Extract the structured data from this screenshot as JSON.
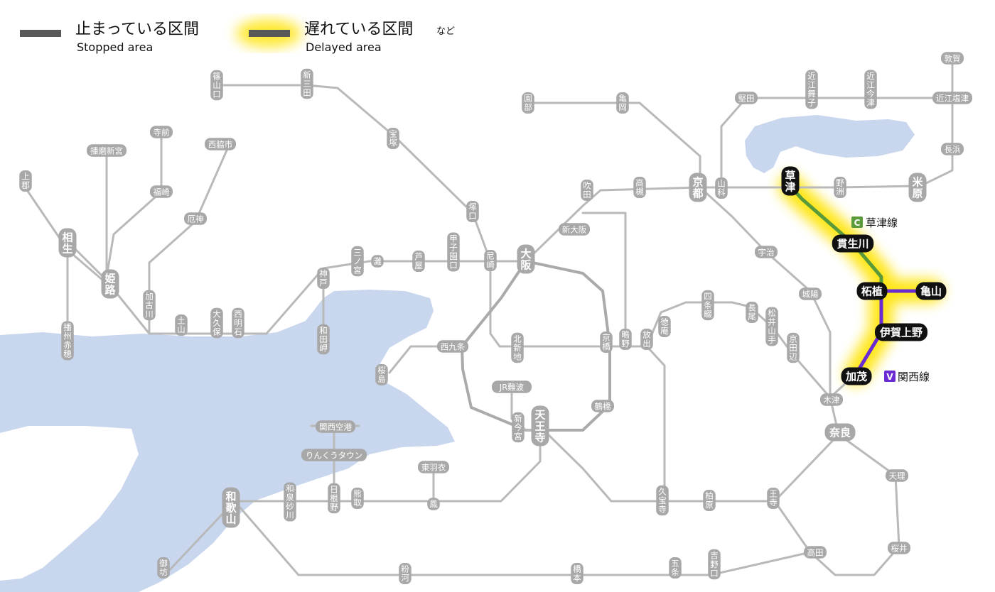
{
  "legend": {
    "stopped_ja": "止まっている区間",
    "stopped_en": "Stopped area",
    "delayed_ja": "遅れている区間",
    "delayed_suffix": "など",
    "delayed_en": "Delayed area"
  },
  "colors": {
    "stopped": "#585858",
    "normal_line": "#b9b9b9",
    "water": "#c8d6ee",
    "delay_glow": "#ffe300",
    "kusatsu_line": "#5a9a3a",
    "kansai_line": "#6a2bd3"
  },
  "lines": {
    "kusatsu_badge": "C",
    "kusatsu_name": "草津線",
    "kansai_badge": "V",
    "kansai_name": "関西線"
  },
  "stations": {
    "sasayamaguchi": "篠山口",
    "shinsanda": "新三田",
    "takarazuka": "宝塚",
    "tsukaguchi": "塚口",
    "amagasaki": "尼崎",
    "kosienguchi": "甲子園口",
    "ashiya": "芦屋",
    "nada": "灘",
    "sannomiya": "三ノ宮",
    "kobe": "神戸",
    "wadamisaki": "和田岬",
    "nishiakashi": "西明石",
    "okubo": "大久保",
    "tsuchiyama": "土山",
    "kakogawa": "加古川",
    "yakujin": "厄神",
    "nishiwakishi": "西脇市",
    "teramae": "寺前",
    "fukusaki": "福崎",
    "harimashingu": "播磨新宮",
    "kamigori": "上郡",
    "aioi": "相生",
    "himeji": "姫路",
    "banshuako": "播州赤穂",
    "osaka": "大阪",
    "shinosaka": "新大阪",
    "suita": "吹田",
    "takatsuki": "高槻",
    "kyoto": "京都",
    "yamashina": "山科",
    "sonobe": "園部",
    "kameoka": "亀岡",
    "katata": "堅田",
    "omimaiko": "近江舞子",
    "omiimazu": "近江今津",
    "omishiotsu": "近江塩津",
    "tsuruga": "敦賀",
    "nagahama": "長浜",
    "maibara": "米原",
    "yasu": "野洲",
    "kusatsu": "草津",
    "kibukawa": "貫生川",
    "tsuge": "柘植",
    "kameyama": "亀山",
    "igaueno": "伊賀上野",
    "kamo": "加茂",
    "kizu": "木津",
    "nara": "奈良",
    "uji": "宇治",
    "joyo": "城陽",
    "kyotanabe": "京田辺",
    "matsuiyamate": "松井山手",
    "nagao": "長尾",
    "shijonawate": "四条畷",
    "tokuan": "徳庵",
    "hanaten": "放出",
    "kamo_osaka": "鴫野",
    "kyobashi": "京橋",
    "kitashinchi": "北新地",
    "nishikujo": "西九条",
    "sakurajima": "桜島",
    "tsuruhashi": "鶴橋",
    "tennoji": "天王寺",
    "shinimamiya": "新今宮",
    "jrnamba": "JR難波",
    "kansaiairport": "関西空港",
    "rinku": "りんくうタウン",
    "hineno": "日根野",
    "kumatori": "熊取",
    "izumisunagawa": "和泉砂川",
    "wakayama": "和歌山",
    "gobo": "御坊",
    "otori": "鳳",
    "higashihagoromo": "東羽衣",
    "kyuhoji": "久宝寺",
    "kashiwara": "柏原",
    "oji": "王寺",
    "takada": "高田",
    "sakurai": "桜井",
    "tenri": "天理",
    "yoshinoguchi": "吉野口",
    "gojo": "五条",
    "hashimoto": "橋本",
    "kokawa": "粉河"
  }
}
